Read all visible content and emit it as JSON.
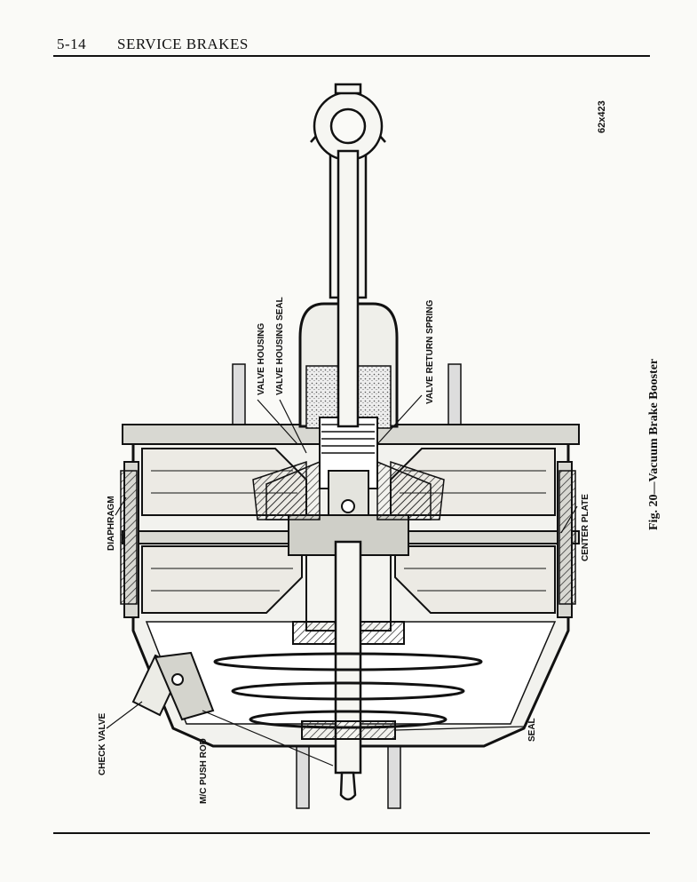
{
  "header": {
    "page_number": "5-14",
    "section_title": "SERVICE BRAKES"
  },
  "figure": {
    "code": "62x423",
    "caption": "Fig. 20—Vacuum Brake Booster",
    "labels": {
      "valve_housing": "VALVE HOUSING",
      "valve_housing_seal": "VALVE HOUSING SEAL",
      "valve_return_spring": "VALVE RETURN SPRING",
      "diaphragm": "DIAPHRAGM",
      "center_plate": "CENTER PLATE",
      "check_valve": "CHECK VALVE",
      "mc_push_rod": "M/C PUSH ROD",
      "seal": "SEAL"
    }
  }
}
